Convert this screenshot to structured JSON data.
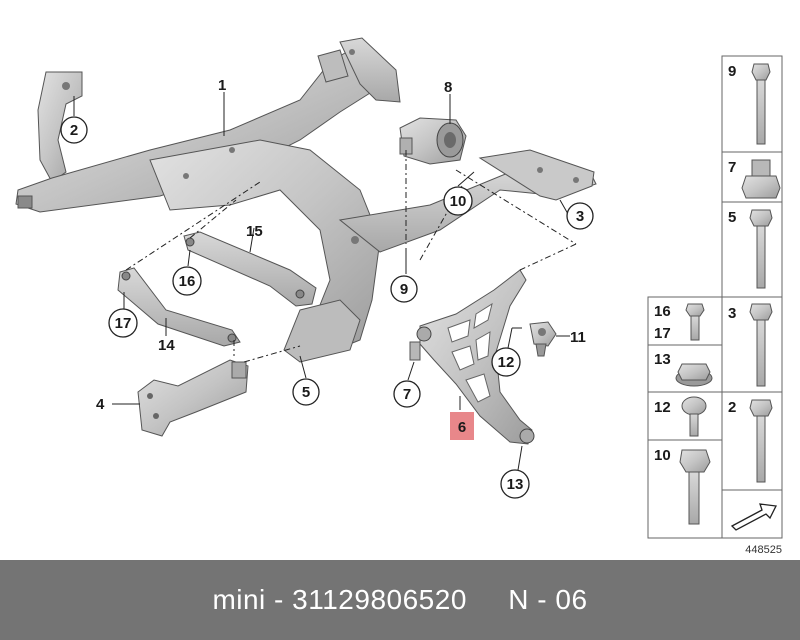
{
  "diagram": {
    "callouts": {
      "c1": "1",
      "c2": "2",
      "c3": "3",
      "c4": "4",
      "c5": "5",
      "c6": "6",
      "c7": "7",
      "c8": "8",
      "c9": "9",
      "c10": "10",
      "c11": "11",
      "c12": "12",
      "c13": "13",
      "c14": "14",
      "c15": "15",
      "c16": "16",
      "c17": "17"
    },
    "highlight_color": "#e8878a"
  },
  "side_panel": {
    "p9": "9",
    "p7": "7",
    "p5": "5",
    "p16": "16",
    "p17": "17",
    "p3": "3",
    "p13": "13",
    "p12": "12",
    "p2": "2",
    "p10": "10"
  },
  "reference_number": "448525",
  "footer": {
    "brand": "mini",
    "sep1": " - ",
    "part_number": "31129806520",
    "gap": "     ",
    "position": "N - 06"
  }
}
